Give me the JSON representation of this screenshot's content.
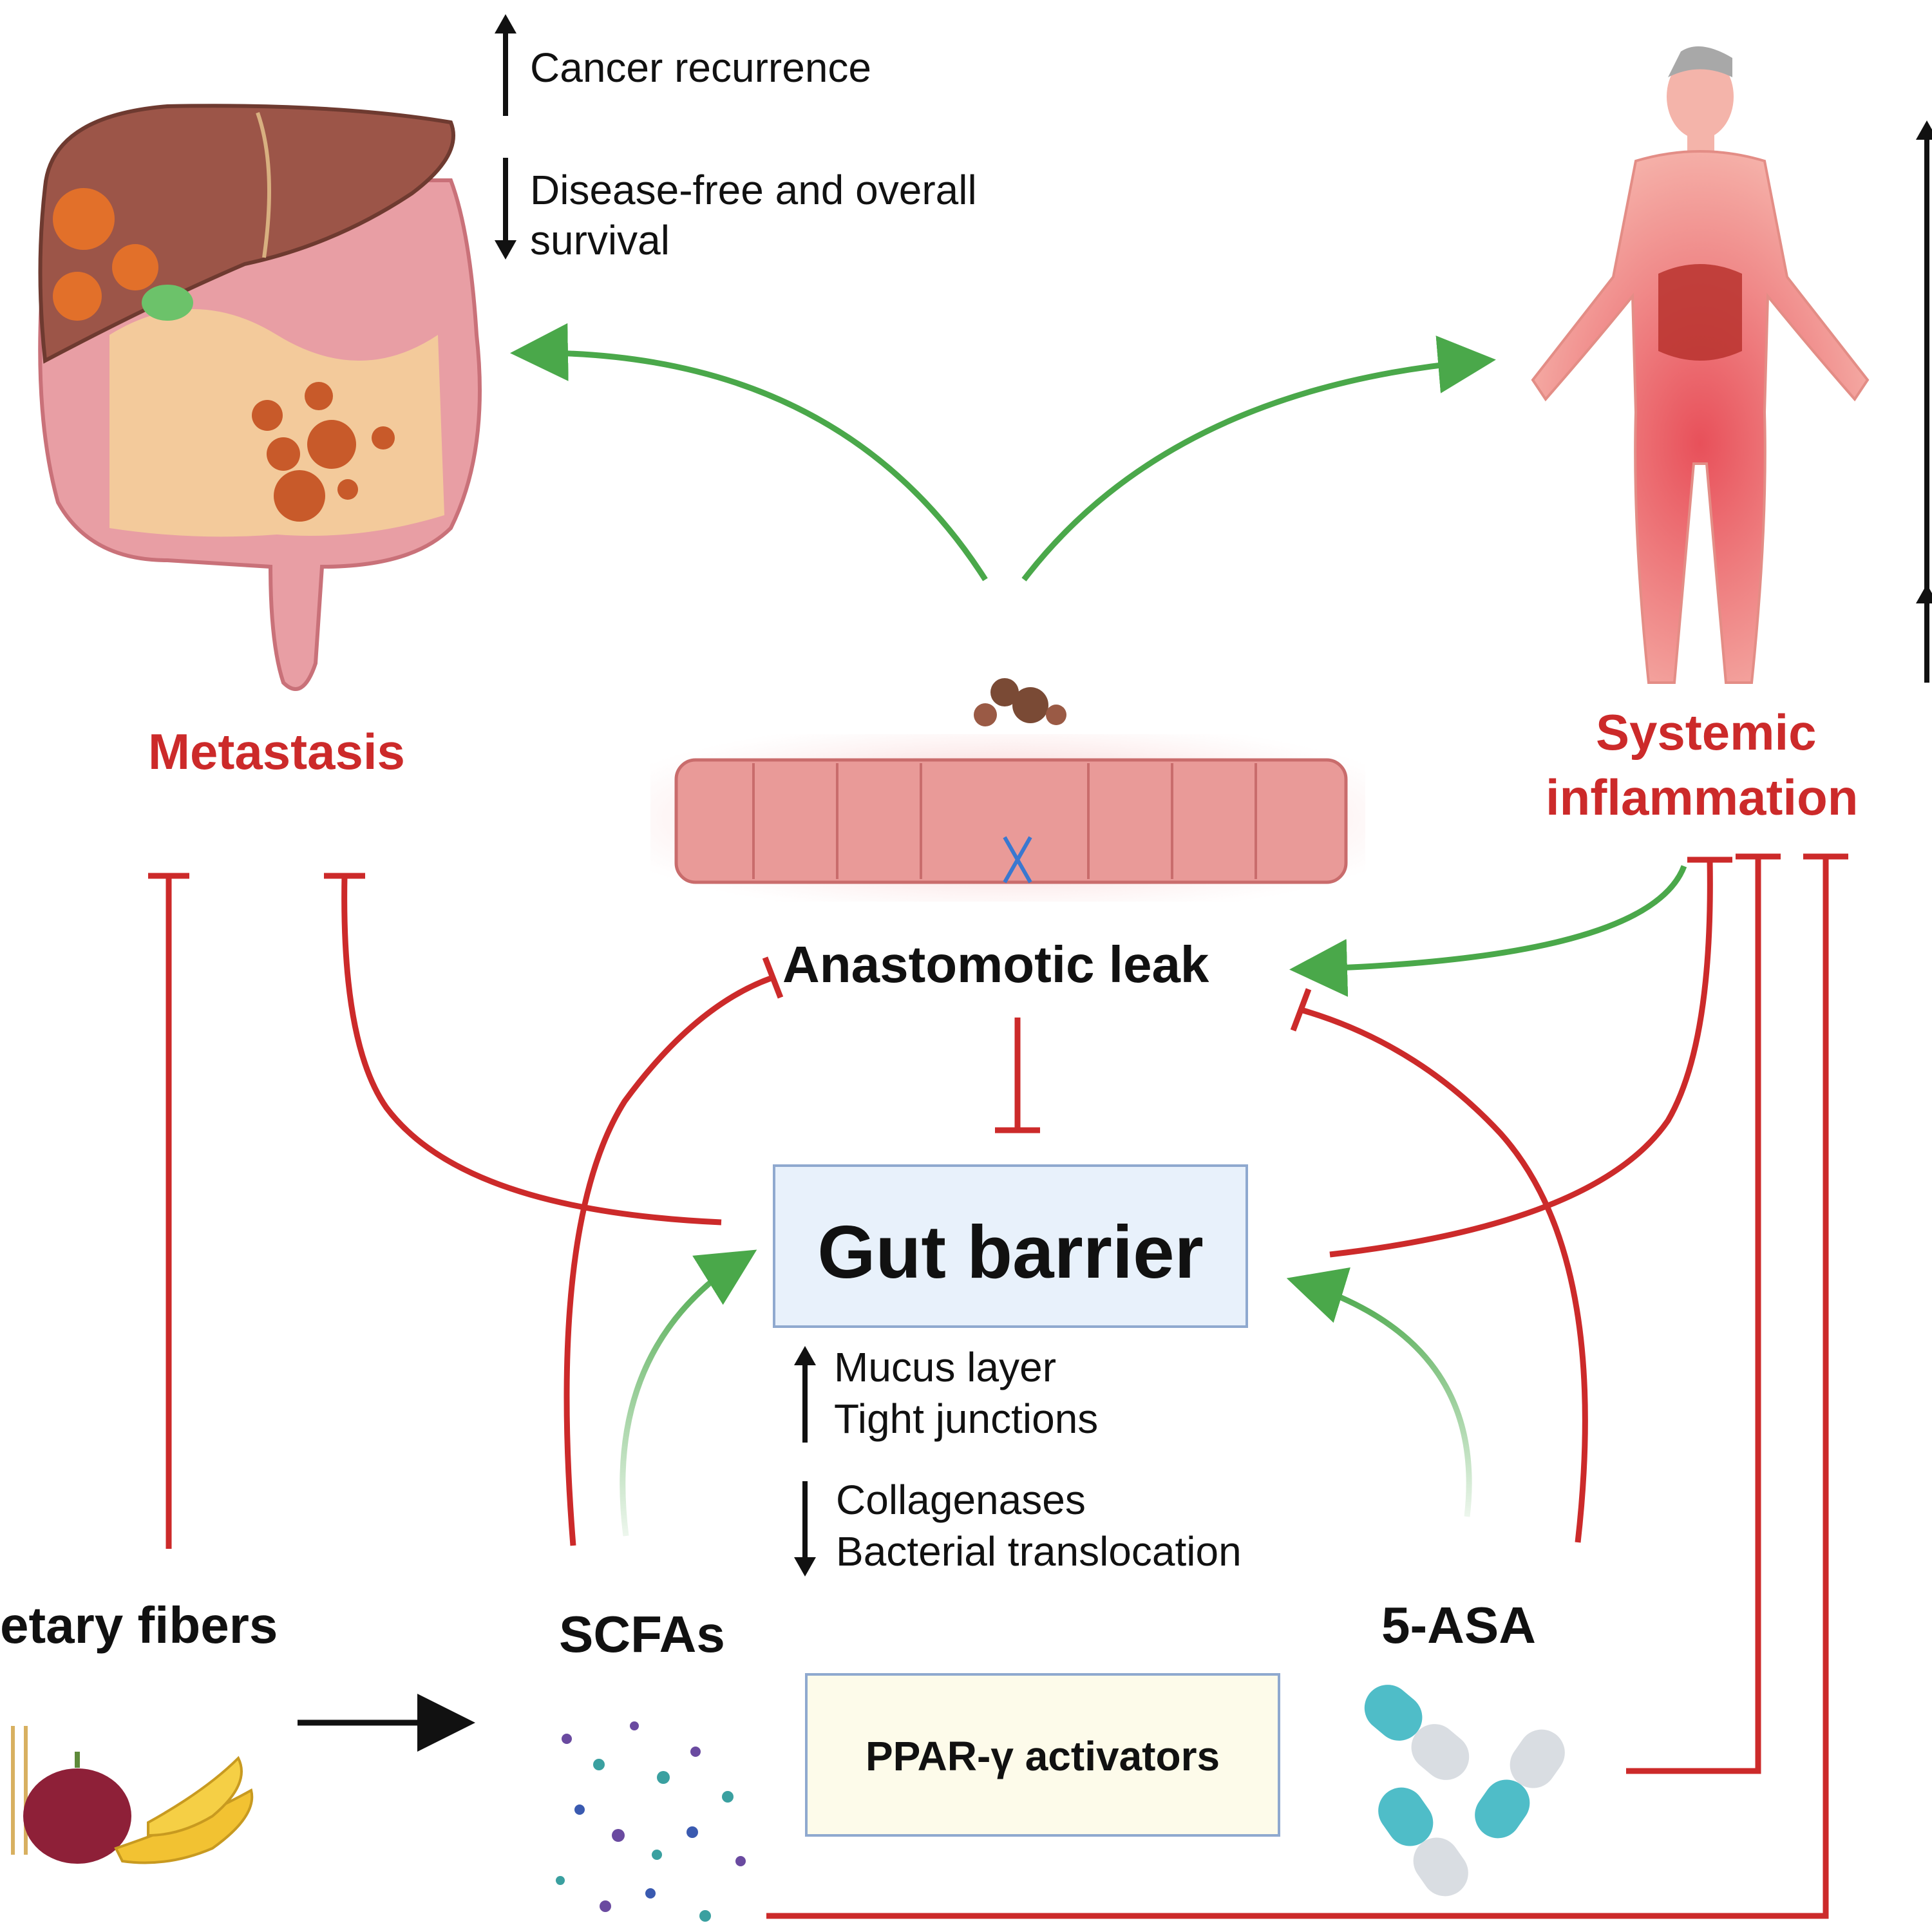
{
  "nodes": {
    "metastasis": "Metastasis",
    "systemic_inflammation_line1": "Systemic",
    "systemic_inflammation_line2": "inflammation",
    "anastomotic_leak": "Anastomotic leak",
    "gut_barrier": "Gut barrier",
    "dietary_fibers": "etary fibers",
    "scfas": "SCFAs",
    "five_asa": "5-ASA",
    "ppar": "PPAR-γ activators"
  },
  "metastasis_effects": {
    "up_label": "Cancer recurrence",
    "down_label_line1": "Disease-free and overall",
    "down_label_line2": "survival"
  },
  "gut_barrier_effects": {
    "up_line1": "Mucus layer",
    "up_line2": "Tight junctions",
    "down_line1": "Collagenases",
    "down_line2": "Bacterial translocation"
  },
  "colors": {
    "activation": "#4aa84a",
    "inhibition": "#cc2a2a",
    "neutral": "#111111",
    "node_red": "#cc2a2a",
    "box_border": "#8fa9cf",
    "gut_box_fill": "#e8f1fb",
    "ppar_box_fill": "#fdfbea"
  }
}
